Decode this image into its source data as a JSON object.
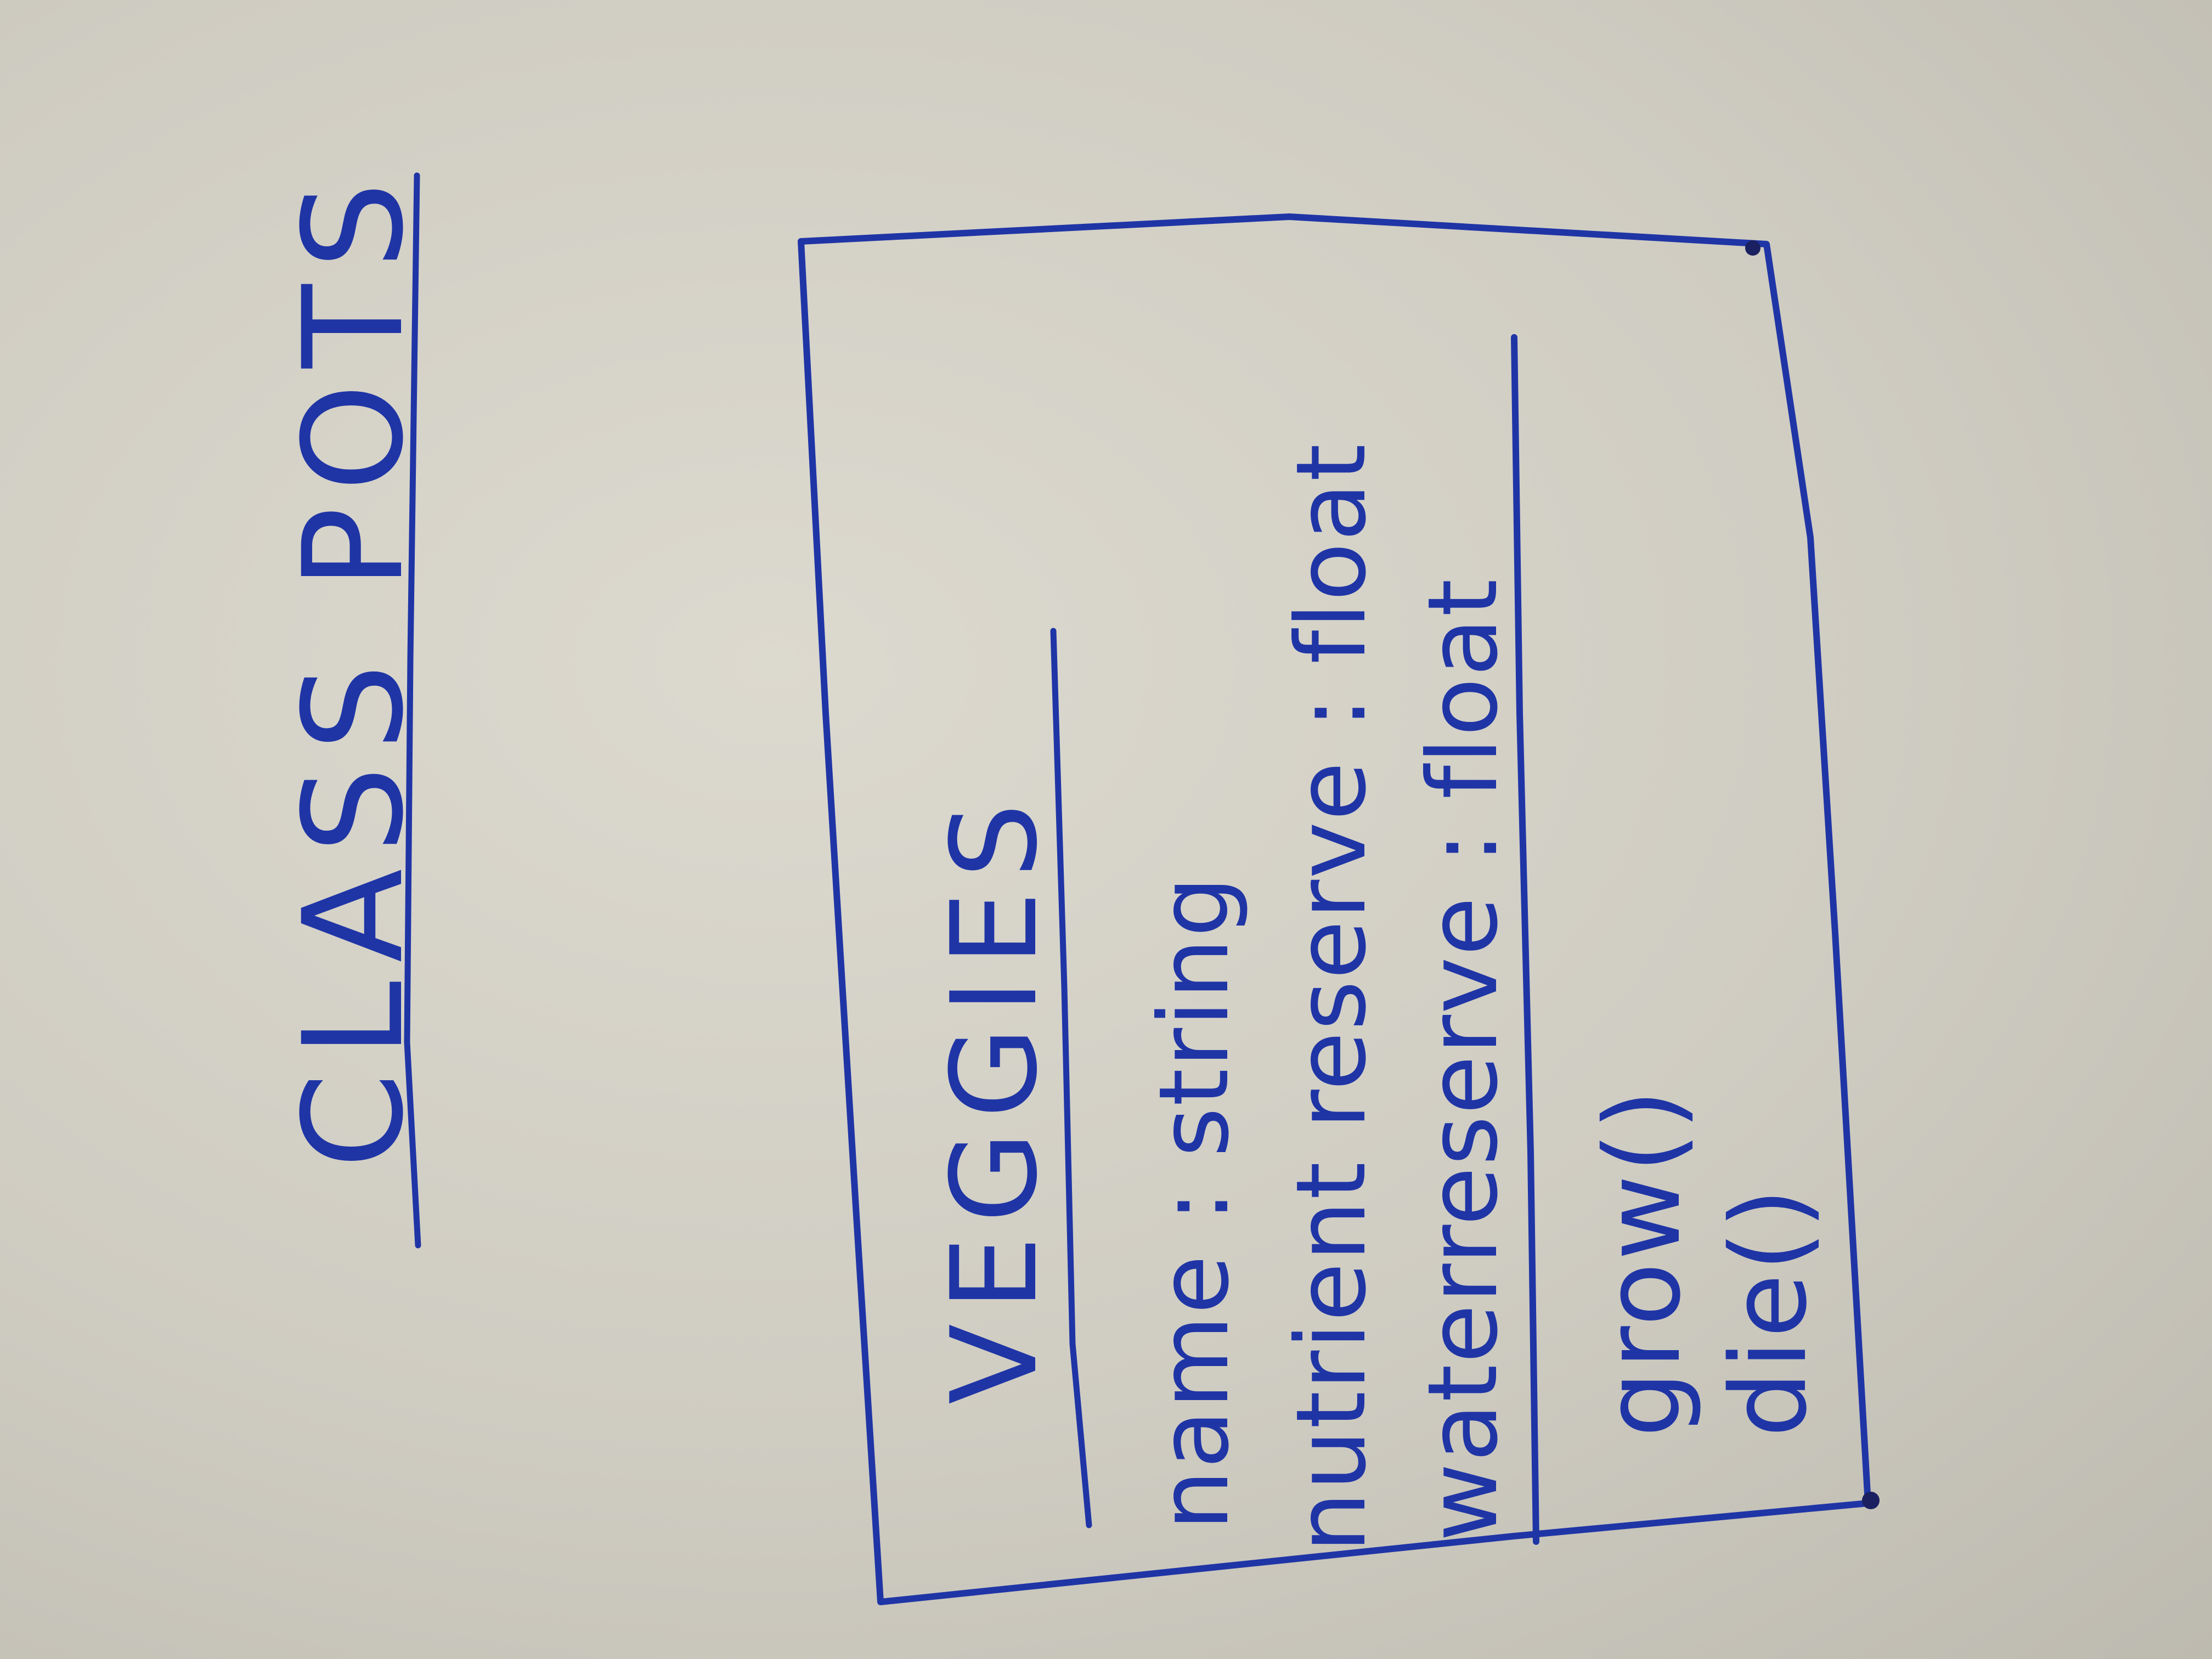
{
  "diagram": {
    "title": "CLASS POTS",
    "ink_color": "#1f35a6",
    "paper_color": "#d6d3c9",
    "class_box": {
      "name": "VEGGIES",
      "attributes": [
        "name : string",
        "nutrient reserve : float",
        "waterreserve : float"
      ],
      "methods": [
        "grow()",
        "die()"
      ]
    }
  }
}
